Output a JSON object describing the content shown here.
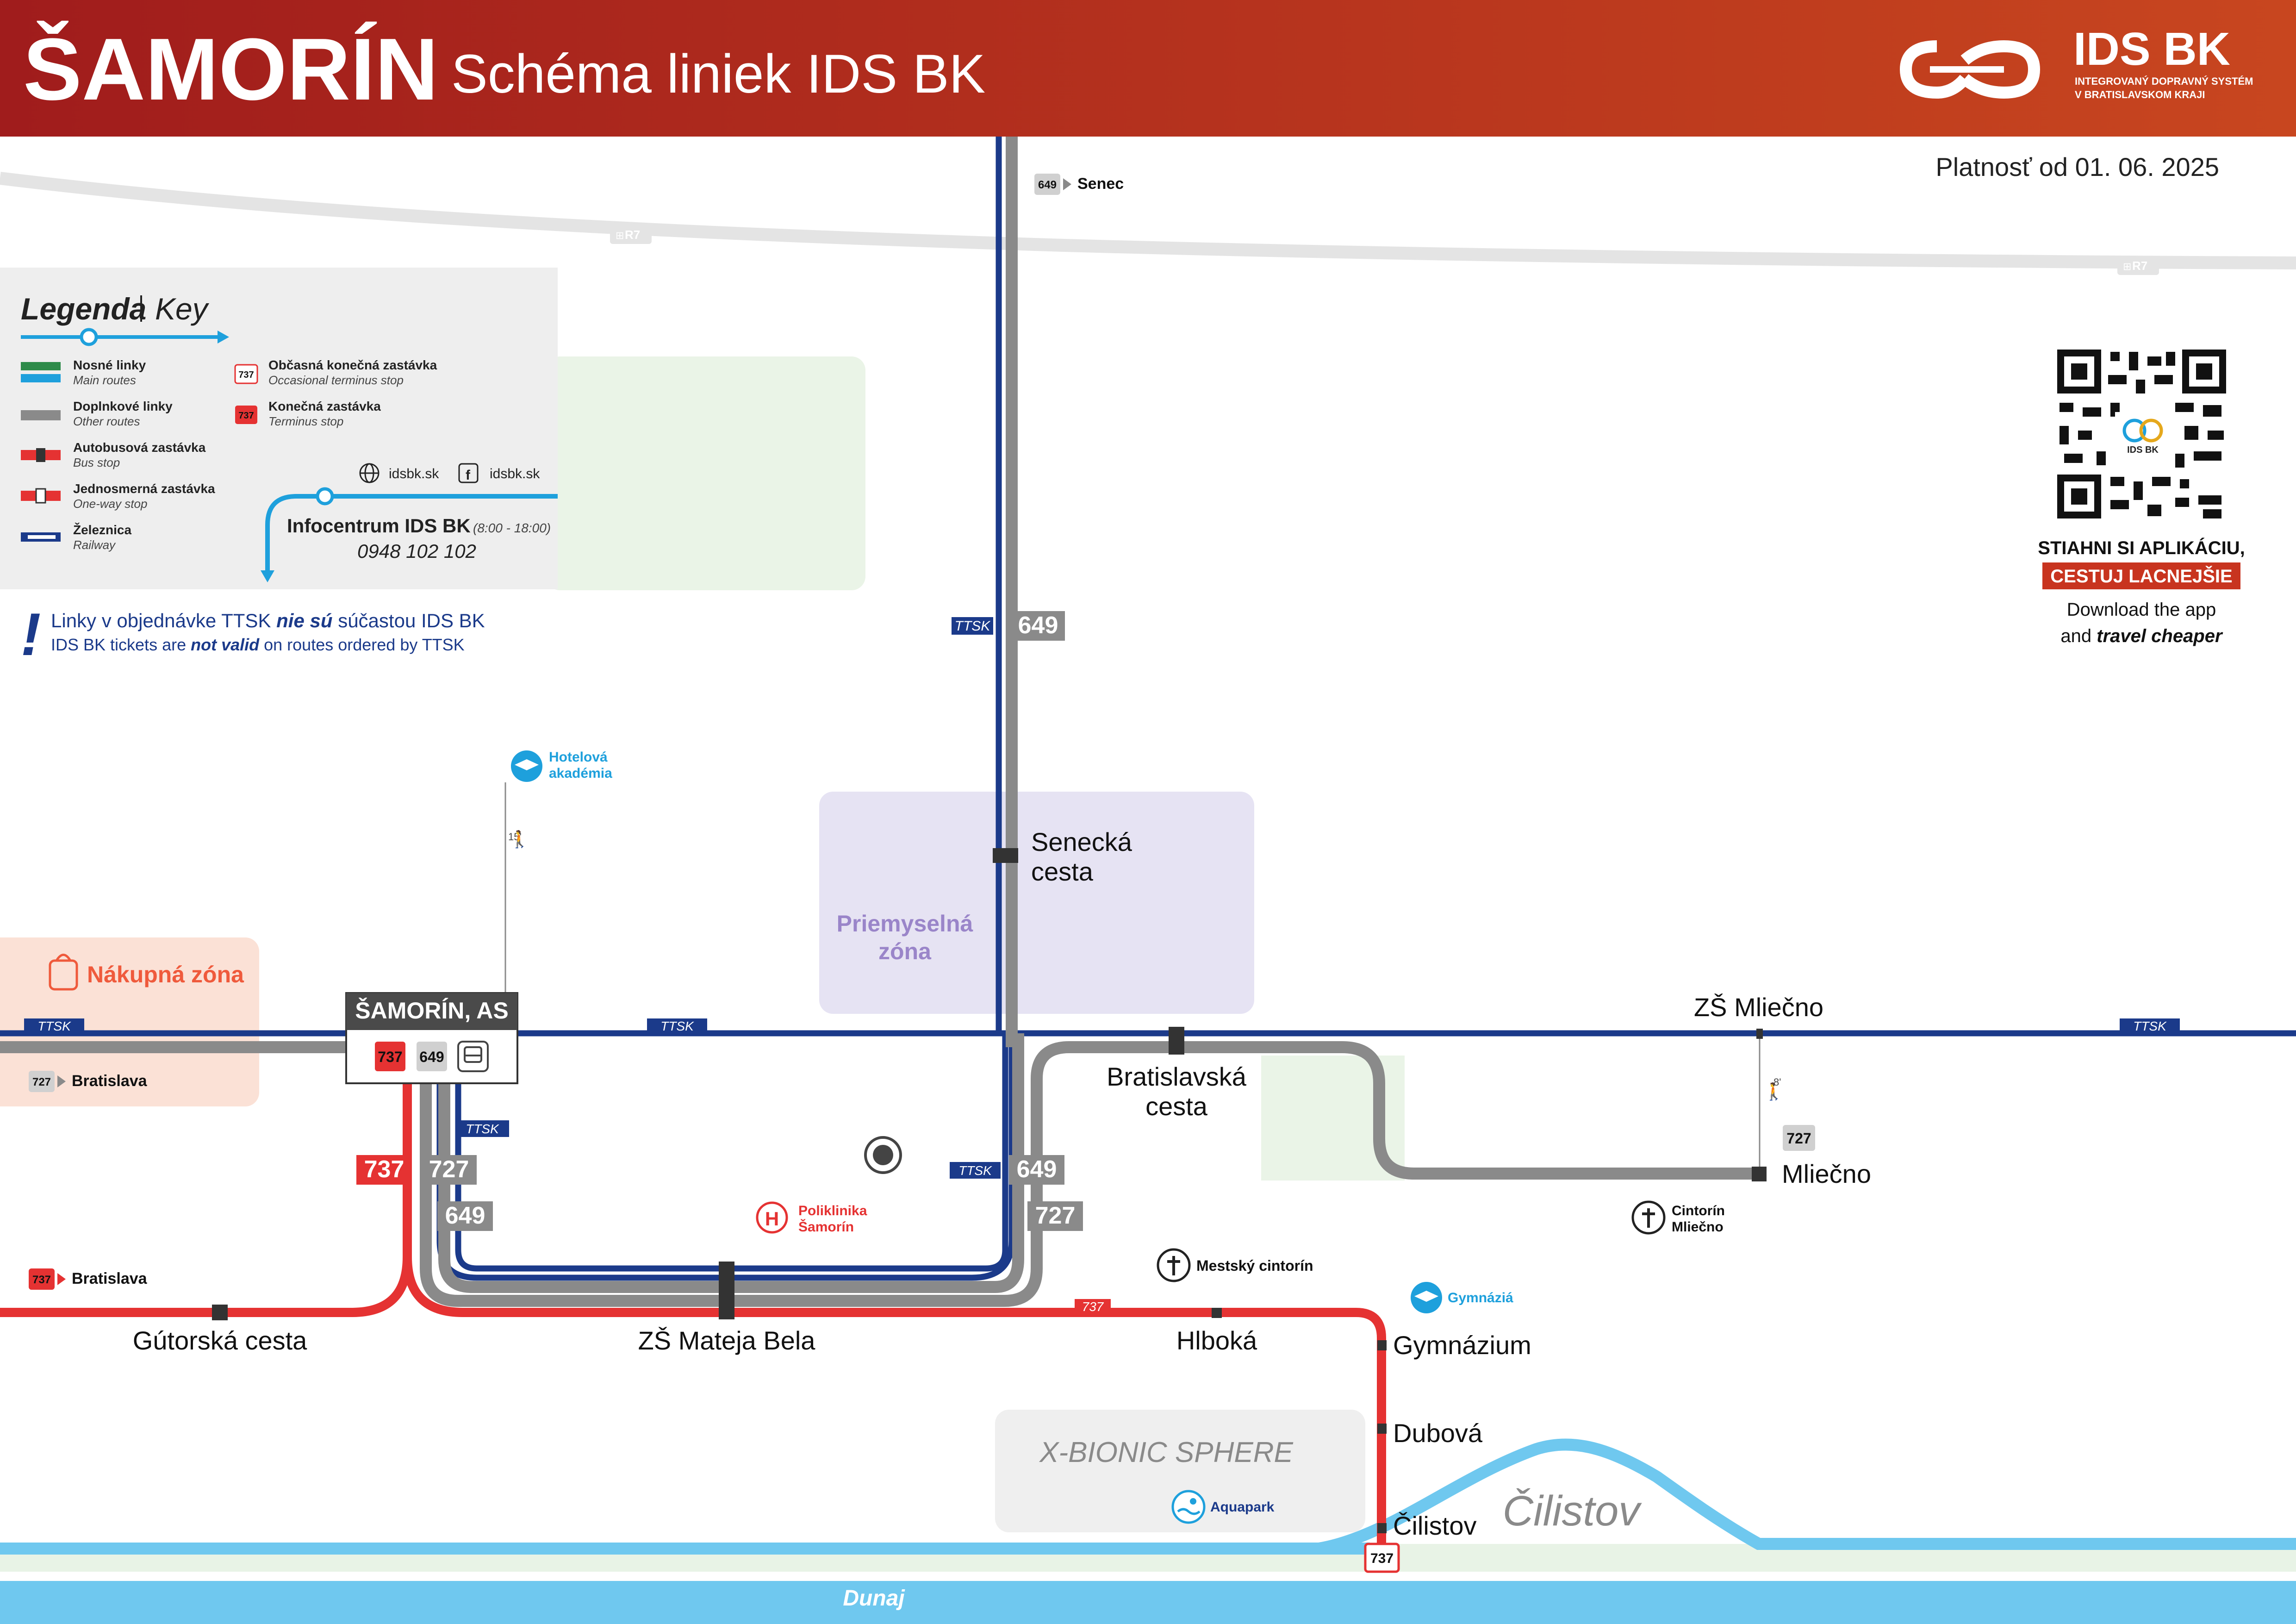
{
  "header": {
    "town": "ŠAMORÍN",
    "subtitle": "Schéma liniek IDS BK",
    "brand": "IDS BK",
    "brand_tagline_1": "INTEGROVANÝ DOPRAVNÝ SYSTÉM",
    "brand_tagline_2": "V BRATISLAVSKOM KRAJI"
  },
  "validity": "Platnosť od 01. 06. 2025",
  "colors": {
    "header_from": "#a01c1c",
    "header_to": "#c0441f",
    "main_blue": "#1b3a8a",
    "line_gray": "#8a8a8a",
    "line_red": "#e53232",
    "sky_blue": "#1ea0dc",
    "river": "#6fc8ef"
  },
  "legend": {
    "title": "Legenda",
    "title_en": "Key",
    "main_routes": "Nosné linky",
    "main_routes_en": "Main routes",
    "other_routes": "Doplnkové linky",
    "other_routes_en": "Other routes",
    "bus_stop": "Autobusová zastávka",
    "bus_stop_en": "Bus stop",
    "oneway": "Jednosmerná zastávka",
    "oneway_en": "One-way stop",
    "railway": "Železnica",
    "railway_en": "Railway",
    "occasional": "Občasná konečná zastávka",
    "occasional_en": "Occasional terminus stop",
    "terminus": "Konečná zastávka",
    "terminus_en": "Terminus stop",
    "sample_line": "737",
    "web1": "idsbk.sk",
    "web2": "idsbk.sk",
    "infocentrum": "Infocentrum IDS BK",
    "infocentrum_hours": "(8:00 - 18:00)",
    "phone": "0948 102 102"
  },
  "notice": {
    "line1_a": "Linky v objednávke TTSK ",
    "line1_b": "nie sú",
    "line1_c": " súčastou IDS BK",
    "line2_a": "IDS BK tickets are ",
    "line2_b": "not valid",
    "line2_c": " on routes ordered by TTSK"
  },
  "app": {
    "line1": "STIAHNI SI APLIKÁCIU,",
    "line2": "CESTUJ LACNEJŠIE",
    "line3": "Download the app",
    "line4a": "and ",
    "line4b": "travel cheaper",
    "qr_logo": "IDS BK"
  },
  "road": {
    "label_1": "R7",
    "label_2": "R7"
  },
  "lines": {
    "l649": "649",
    "l727": "727",
    "l737": "737",
    "ttsk": "TTSK"
  },
  "destinations": {
    "senec_line": "649",
    "senec": "Senec",
    "bratislava1_line": "727",
    "bratislava1": "Bratislava",
    "bratislava2_line": "737",
    "bratislava2": "Bratislava"
  },
  "hub": {
    "name": "ŠAMORÍN, AS",
    "line_a": "737",
    "line_b": "649"
  },
  "stops": {
    "senecka_1": "Senecká",
    "senecka_2": "cesta",
    "zs_mliecno": "ZŠ Mliečno",
    "bratislavska_1": "Bratislavská",
    "bratislavska_2": "cesta",
    "mliecno": "Mliečno",
    "mliecno_line": "727",
    "gutorska": "Gútorská cesta",
    "zs_mateja": "ZŠ Mateja Bela",
    "hlboka": "Hlboká",
    "gymnazium": "Gymnázium",
    "dubova": "Dubová",
    "cilistov": "Čilistov",
    "cilistov_line": "737"
  },
  "areas": {
    "priemyselna_1": "Priemyselná",
    "priemyselna_2": "zóna",
    "nakupna": "Nákupná zóna",
    "xbionic": "X-BIONIC SPHERE",
    "cilistov_area": "Čilistov",
    "dunaj": "Dunaj"
  },
  "pois": {
    "hotel_1": "Hotelová",
    "hotel_2": "akadémia",
    "hotel_walk": "15'",
    "poliklinika_1": "Poliklinika",
    "poliklinika_2": "Šamorín",
    "cintorin": "Mestský cintorín",
    "cintorin_mliecno_1": "Cintorín",
    "cintorin_mliecno_2": "Mliečno",
    "mliecno_walk": "8'",
    "gymnazia": "Gymnáziá",
    "aquapark": "Aquapark"
  }
}
